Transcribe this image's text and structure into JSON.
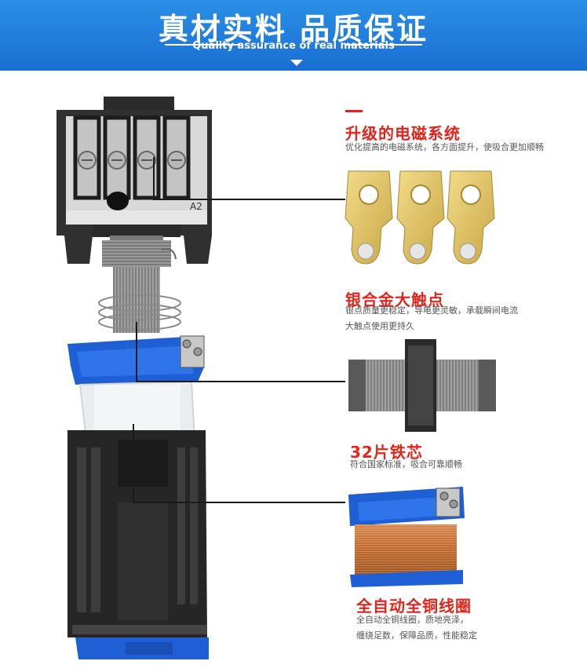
{
  "header": {
    "title": "真材实料 品质保证",
    "subtitle": "Quality assurance of real materials"
  },
  "product": {
    "terminal_label": "A2"
  },
  "features": [
    {
      "title": "升级的电磁系统",
      "desc": "优化提高的电磁系统，各方面提升，使吸合更加顺畅"
    },
    {
      "title": "银合金大触点",
      "desc_lines": [
        "银点质量更稳定，导电更灵敏，承载瞬间电流",
        "大触点使用更持久"
      ]
    },
    {
      "title": "32片铁芯",
      "desc": "符合国家标准，吸合可靠顺畅"
    },
    {
      "title": "全自动全铜线圈",
      "desc_lines": [
        "全自动全铜线圈，质地亮泽，",
        "缠绕足数，保障品质，性能稳定"
      ]
    }
  ],
  "colors": {
    "banner": "#1a6fd1",
    "accent_red": "#e1251b",
    "coil_blue": "#1f5fd6"
  }
}
